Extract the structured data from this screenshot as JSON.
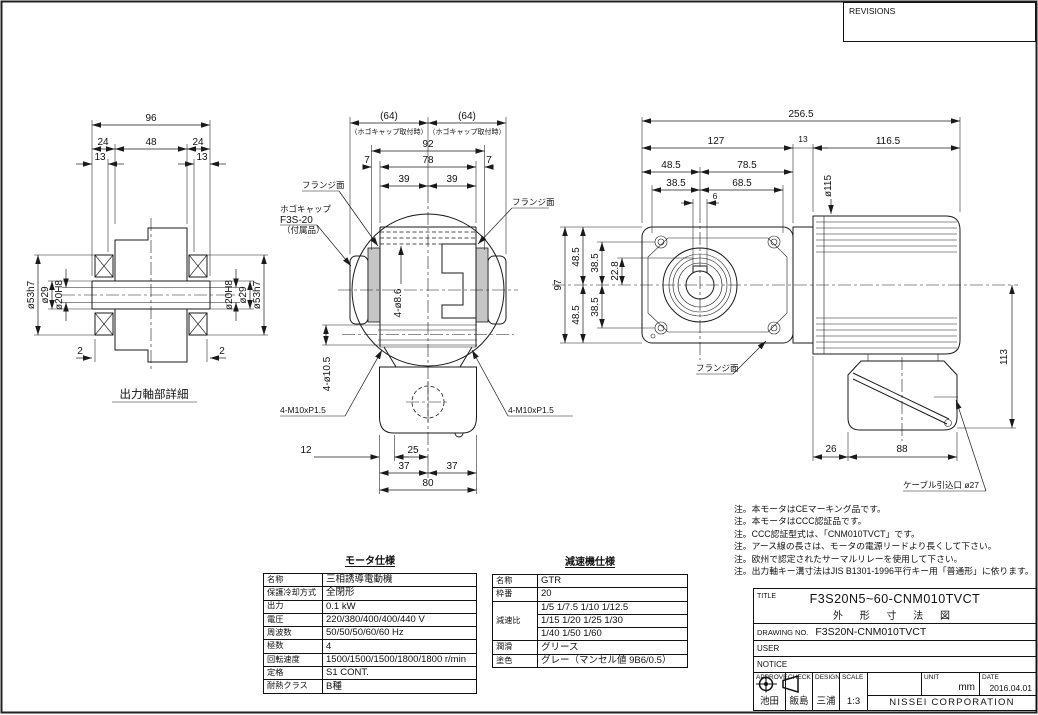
{
  "revisions_label": "REVISIONS",
  "colors": {
    "ink": "#1a1a1a",
    "paper": "#ffffff"
  },
  "left_view": {
    "caption": "出力軸部詳細",
    "dims": {
      "overall": "96",
      "seg24": "24",
      "seg48": "48",
      "seg13": "13",
      "off2": "2",
      "od": "ø53h7",
      "mid": "ø29",
      "bore": "ø20H8"
    }
  },
  "front_view": {
    "dims": {
      "cap64": "(64)",
      "cap_note": "（ホゴキャップ取付時）",
      "w92": "92",
      "t7": "7",
      "t78": "78",
      "t39": "39",
      "b12": "12",
      "b25": "25",
      "b37": "37",
      "b80": "80"
    },
    "labels": {
      "flange": "フランジ面",
      "cap1": "ホゴキャップ",
      "cap2": "F3S-20",
      "cap3": "（付属品）",
      "holes86": "4-ø8.6",
      "holes105": "4-ø10.5",
      "tap": "4-M10xP1.5"
    }
  },
  "side_view": {
    "dims": {
      "overall": "256.5",
      "gear": "127",
      "plate": "13",
      "motor": "116.5",
      "a48": "48.5",
      "a78": "78.5",
      "a38": "38.5",
      "a68": "68.5",
      "key": "6",
      "dia115": "ø115",
      "h97": "97",
      "v48": "48.5",
      "v38": "38.5",
      "v22": "22.8",
      "v113": "113",
      "c26": "26",
      "c88": "88"
    },
    "labels": {
      "flange": "フランジ面",
      "cable": "ケーブル引込口 ø27"
    }
  },
  "motor_spec": {
    "title": "モータ仕様",
    "rows": [
      [
        "名称",
        "三相誘導電動機"
      ],
      [
        "保護冷却方式",
        "全閉形"
      ],
      [
        "出力",
        "0.1 kW"
      ],
      [
        "電圧",
        "220/380/400/400/440 V"
      ],
      [
        "周波数",
        "50/50/50/60/60 Hz"
      ],
      [
        "極数",
        "4"
      ],
      [
        "回転速度",
        "1500/1500/1500/1800/1800 r/min"
      ],
      [
        "定格",
        "S1 CONT."
      ],
      [
        "耐熱クラス",
        "B種"
      ]
    ]
  },
  "reducer_spec": {
    "title": "減速機仕様",
    "name_label": "名称",
    "name": "GTR",
    "frame_label": "枠番",
    "frame": "20",
    "ratio_label": "減速比",
    "ratio1": "1/5 1/7.5 1/10 1/12.5",
    "ratio2": "1/15 1/20 1/25 1/30",
    "ratio3": "1/40 1/50 1/60",
    "lube_label": "潤滑",
    "lube": "グリース",
    "paint_label": "塗色",
    "paint": "グレー（マンセル値 9B6/0.5）"
  },
  "notes": [
    "注。本モータはCEマーキング品です。",
    "注。本モータはCCC認証品です。",
    "注。CCC認証型式は、「CNM010TVCT」です。",
    "注。アース線の長さは、モータの電源リードより長くして下さい。",
    "注。欧州で認定されたサーマルリレーを使用して下さい。",
    "注。出力軸キー溝寸法はJIS B1301-1996平行キー用「普通形」に依ります。"
  ],
  "title_block": {
    "title_label": "TITLE",
    "title": "F3S20N5~60-CNM010TVCT",
    "subtitle": "外 形 寸 法 図",
    "drawing_no_label": "DRAWING NO.",
    "drawing_no": "F3S20N-CNM010TVCT",
    "user_label": "USER",
    "notice_label": "NOTICE",
    "approve_label": "APPROVE",
    "approve": "池田",
    "check_label": "CHECK",
    "check": "飯島",
    "design_label": "DESIGN",
    "design": "三浦",
    "scale_label": "SCALE",
    "scale": "1:3",
    "unit_label": "UNIT",
    "unit": "mm",
    "date_label": "DATE",
    "date": "2016.04.01",
    "company": "NISSEI CORPORATION"
  }
}
